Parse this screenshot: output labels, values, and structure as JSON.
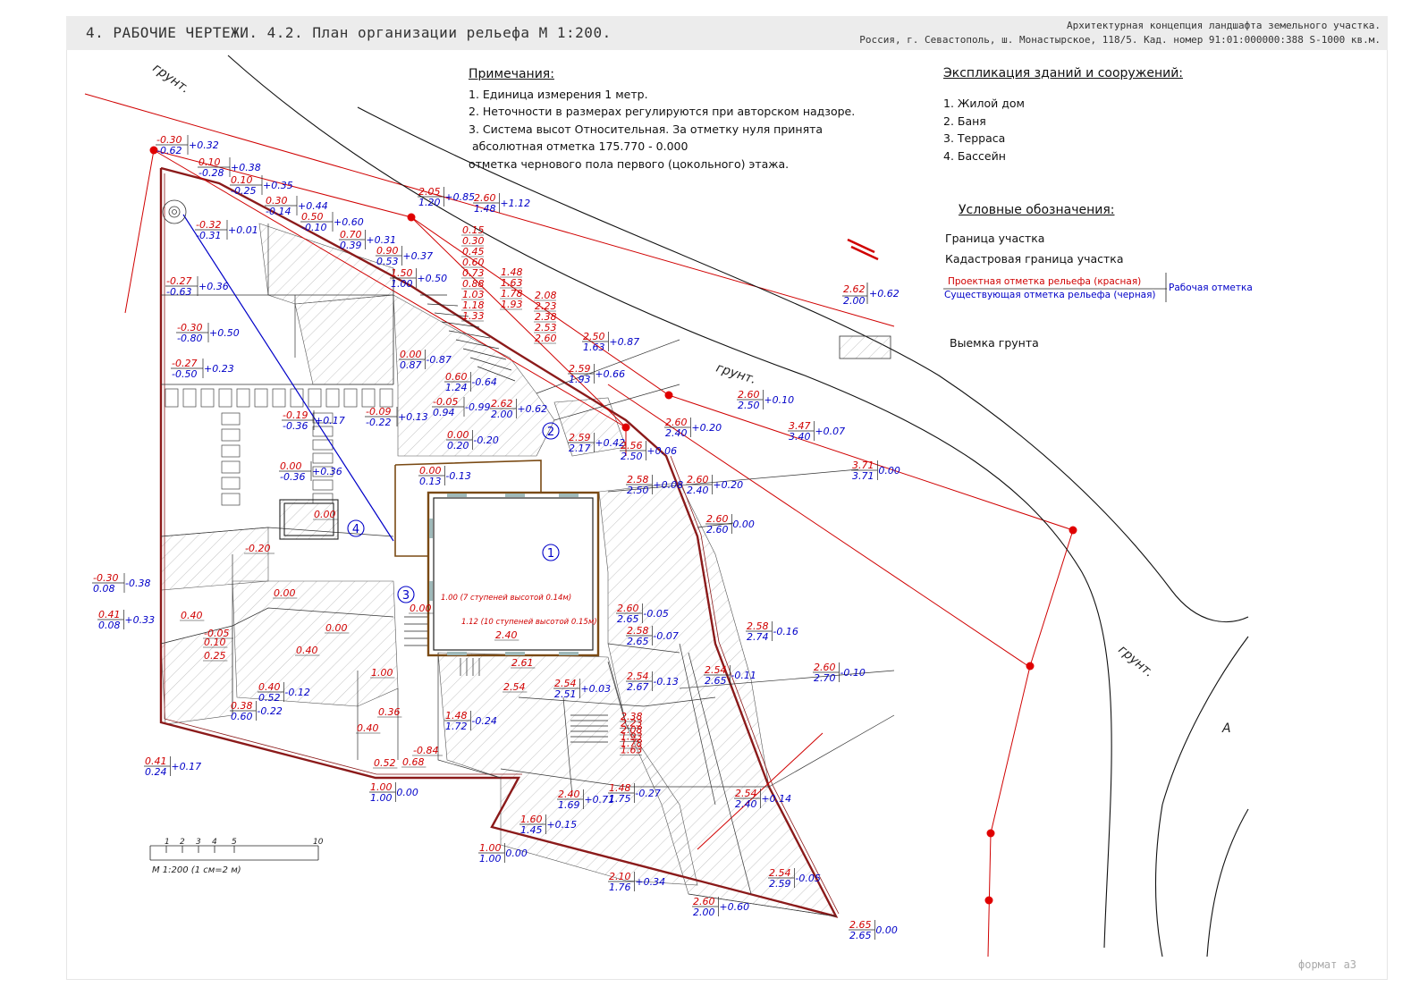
{
  "header": {
    "title": "4. РАБОЧИЕ ЧЕРТЕЖИ. 4.2. План организации рельефа М 1:200.",
    "project_line1": "Архитектурная концепция ландшафта земельного участка.",
    "project_line2": "Россия, г. Севастополь, ш. Монастырское, 118/5. Кад. номер 91:01:000000:388 S-1000 кв.м."
  },
  "notes": {
    "heading": "Примечания:",
    "lines": [
      "1. Единица измерения 1 метр.",
      "2. Неточности в размерах регулируются при авторском надзоре.",
      "3. Система высот Относительная. За отметку нуля принята",
      " абсолютная отметка 175.770 - 0.000",
      "отметка чернового пола первого (цокольного) этажа."
    ]
  },
  "explication": {
    "heading": "Экспликация зданий и сооружений:",
    "items": [
      "1. Жилой дом",
      "2. Баня",
      "3. Терраса",
      "4. Бассейн"
    ]
  },
  "legend": {
    "heading": "Условные обозначения:",
    "boundary": "Граница участка",
    "cadastral": "Кадастровая граница участка",
    "sample_design": "2.62",
    "sample_existing": "2.00",
    "sample_work": "+0.62",
    "design_mark": "Проектная отметка рельефа (красная)",
    "existing_mark": "Существующая отметка рельефа (черная)",
    "work_mark": "Рабочая отметка",
    "excavation": "Выемка грунта"
  },
  "scale": {
    "ticks": [
      "1",
      "2",
      "3",
      "4",
      "5",
      "10"
    ],
    "label": "М 1:200 (1 см=2 м)"
  },
  "site_labels": {
    "ground": "грунт.",
    "letter_a": "А",
    "buildings": [
      "1",
      "2",
      "3",
      "4"
    ],
    "stairs_1": "1.00 (7 ступеней высотой 0.14м)",
    "stairs_2": "1.12 (10 ступеней высотой 0.15м)"
  },
  "colors": {
    "design": "#d00000",
    "existing": "#0000c8",
    "boundary": "#8b1a1a",
    "building": "#7a4a14"
  },
  "marks": [
    {
      "d": "-0.30",
      "e": "-0.62",
      "w": "+0.32"
    },
    {
      "d": "0.10",
      "e": "-0.28",
      "w": "+0.38"
    },
    {
      "d": "0.10",
      "e": "-0.25",
      "w": "+0.35"
    },
    {
      "d": "0.30",
      "e": "-0.14",
      "w": "+0.44"
    },
    {
      "d": "0.50",
      "e": "-0.10",
      "w": "+0.60"
    },
    {
      "d": "0.70",
      "e": "0.39",
      "w": "+0.31"
    },
    {
      "d": "0.90",
      "e": "0.53",
      "w": "+0.37"
    },
    {
      "d": "1.50",
      "e": "1.00",
      "w": "+0.50"
    },
    {
      "d": "-0.32",
      "e": "-0.31",
      "w": "+0.01"
    },
    {
      "d": "-0.27",
      "e": "-0.63",
      "w": "+0.36"
    },
    {
      "d": "-0.30",
      "e": "-0.80",
      "w": "+0.50"
    },
    {
      "d": "-0.27",
      "e": "-0.50",
      "w": "+0.23"
    },
    {
      "d": "2.05",
      "e": "1.20",
      "w": "+0.85"
    },
    {
      "d": "2.60",
      "e": "1.48",
      "w": "+1.12"
    },
    {
      "d": "0.00",
      "e": "0.87",
      "w": "-0.87"
    },
    {
      "d": "0.60",
      "e": "1.24",
      "w": "-0.64"
    },
    {
      "d": "-0.05",
      "e": "0.94",
      "w": "-0.99"
    },
    {
      "d": "2.62",
      "e": "2.00",
      "w": "+0.62"
    },
    {
      "d": "-0.19",
      "e": "-0.36",
      "w": "+0.17"
    },
    {
      "d": "-0.09",
      "e": "-0.22",
      "w": "+0.13"
    },
    {
      "d": "0.00",
      "e": "0.20",
      "w": "-0.20"
    },
    {
      "d": "0.00",
      "e": "0.13",
      "w": "-0.13"
    },
    {
      "d": "0.00",
      "e": "-0.36",
      "w": "+0.36"
    },
    {
      "d": "2.50",
      "e": "1.63",
      "w": "+0.87"
    },
    {
      "d": "2.59",
      "e": "1.93",
      "w": "+0.66"
    },
    {
      "d": "2.59",
      "e": "2.17",
      "w": "+0.42"
    },
    {
      "d": "2.56",
      "e": "2.50",
      "w": "+0.06"
    },
    {
      "d": "2.58",
      "e": "2.50",
      "w": "+0.08"
    },
    {
      "d": "2.60",
      "e": "2.40",
      "w": "+0.20"
    },
    {
      "d": "2.60",
      "e": "2.40",
      "w": "+0.20"
    },
    {
      "d": "2.60",
      "e": "2.50",
      "w": "+0.10"
    },
    {
      "d": "3.47",
      "e": "3.40",
      "w": "+0.07"
    },
    {
      "d": "3.71",
      "e": "3.71",
      "w": "0.00"
    },
    {
      "d": "2.60",
      "e": "2.60",
      "w": "0.00"
    },
    {
      "d": "-0.30",
      "e": "0.08",
      "w": "-0.38"
    },
    {
      "d": "0.41",
      "e": "0.08",
      "w": "+0.33"
    },
    {
      "d": "2.60",
      "e": "2.65",
      "w": "-0.05"
    },
    {
      "d": "2.58",
      "e": "2.65",
      "w": "-0.07"
    },
    {
      "d": "2.58",
      "e": "2.74",
      "w": "-0.16"
    },
    {
      "d": "2.54",
      "e": "2.51",
      "w": "+0.03"
    },
    {
      "d": "2.54",
      "e": "2.67",
      "w": "-0.13"
    },
    {
      "d": "2.54",
      "e": "2.65",
      "w": "-0.11"
    },
    {
      "d": "2.60",
      "e": "2.70",
      "w": "-0.10"
    },
    {
      "d": "0.40",
      "e": "0.52",
      "w": "-0.12"
    },
    {
      "d": "0.38",
      "e": "0.60",
      "w": "-0.22"
    },
    {
      "d": "1.48",
      "e": "1.72",
      "w": "-0.24"
    },
    {
      "d": "0.41",
      "e": "0.24",
      "w": "+0.17"
    },
    {
      "d": "1.00",
      "e": "1.00",
      "w": "0.00"
    },
    {
      "d": "2.40",
      "e": "1.69",
      "w": "+0.71"
    },
    {
      "d": "1.48",
      "e": "1.75",
      "w": "-0.27"
    },
    {
      "d": "2.54",
      "e": "2.40",
      "w": "+0.14"
    },
    {
      "d": "1.60",
      "e": "1.45",
      "w": "+0.15"
    },
    {
      "d": "1.00",
      "e": "1.00",
      "w": "0.00"
    },
    {
      "d": "2.10",
      "e": "1.76",
      "w": "+0.34"
    },
    {
      "d": "2.54",
      "e": "2.59",
      "w": "-0.05"
    },
    {
      "d": "2.60",
      "e": "2.00",
      "w": "+0.60"
    },
    {
      "d": "2.65",
      "e": "2.65",
      "w": "0.00"
    }
  ],
  "single_marks": [
    "0.00",
    "-0.20",
    "0.00",
    "0.40",
    "0.00",
    "0.40",
    "2.40",
    "2.61",
    "2.54",
    "1.00",
    "0.36",
    "0.40",
    "0.52",
    "0.68",
    "-0.84",
    "0.00",
    "-0.05",
    "0.10",
    "0.25"
  ],
  "stair_marks_1": [
    "0.15",
    "0.30",
    "0.45",
    "0.60",
    "0.73",
    "0.88",
    "1.03",
    "1.18",
    "1.33"
  ],
  "stair_marks_2": [
    "1.48",
    "1.63",
    "1.78",
    "1.93"
  ],
  "stair_marks_3": [
    "2.08",
    "2.23",
    "2.38",
    "2.53",
    "2.60"
  ],
  "stair_marks_4": [
    "2.38",
    "2.23",
    "2.08",
    "1.93",
    "1.78",
    "1.63"
  ]
}
